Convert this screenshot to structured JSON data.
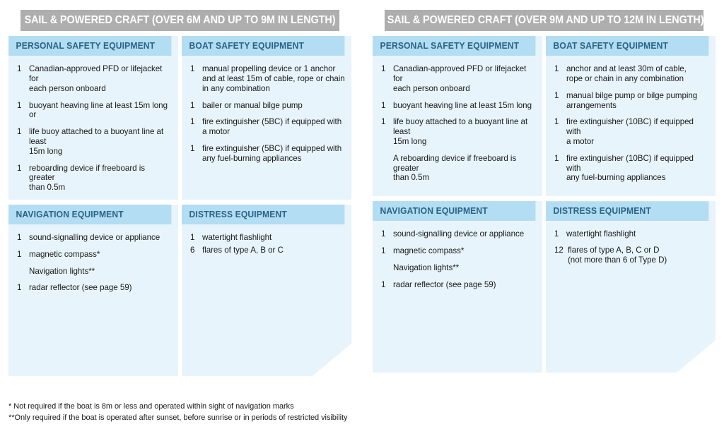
{
  "panels": [
    {
      "title": "SAIL & POWERED CRAFT (OVER 6M AND UP TO 9M IN LENGTH)",
      "blocks": [
        {
          "heading": "PERSONAL SAFETY EQUIPMENT",
          "items": [
            {
              "qty": "1",
              "text": "Canadian-approved PFD or lifejacket for\neach person onboard"
            },
            {
              "qty": "1",
              "text": "buoyant heaving line at least 15m long or"
            },
            {
              "qty": "1",
              "text": "life buoy attached to a buoyant line at least\n15m long"
            },
            {
              "qty": "1",
              "text": "reboarding device if freeboard is greater\nthan 0.5m"
            }
          ]
        },
        {
          "heading": "BOAT SAFETY EQUIPMENT",
          "items": [
            {
              "qty": "1",
              "text": "manual propelling device or 1 anchor\nand at least 15m of cable, rope or chain\nin any combination"
            },
            {
              "qty": "1",
              "text": "bailer or manual bilge pump"
            },
            {
              "qty": "1",
              "text": "fire extinguisher (5BC) if equipped with\na motor"
            },
            {
              "qty": "1",
              "text": "fire extinguisher (5BC) if equipped with\nany fuel-burning appliances"
            }
          ]
        },
        {
          "heading": "NAVIGATION EQUIPMENT",
          "items": [
            {
              "qty": "1",
              "text": "sound-signalling device or appliance"
            },
            {
              "qty": "1",
              "text": "magnetic compass*"
            },
            {
              "qty": "",
              "text": "Navigation lights**"
            },
            {
              "qty": "1",
              "text": "radar reflector (see page 59)"
            }
          ]
        },
        {
          "heading": "DISTRESS EQUIPMENT",
          "items": [
            {
              "qty": "1",
              "text": "watertight flashlight"
            },
            {
              "qty": "6",
              "text": "flares of type A, B or C"
            }
          ]
        }
      ]
    },
    {
      "title": "SAIL & POWERED CRAFT (OVER 9M AND UP TO 12M IN LENGTH)",
      "blocks": [
        {
          "heading": "PERSONAL SAFETY EQUIPMENT",
          "items": [
            {
              "qty": "1",
              "text": "Canadian-approved PFD or lifejacket  for\neach person onboard"
            },
            {
              "qty": "1",
              "text": "buoyant heaving line at least 15m long"
            },
            {
              "qty": "1",
              "text": "life buoy attached to a buoyant line at least\n15m long"
            },
            {
              "qty": "",
              "text": "A reboarding device if freeboard is greater\nthan 0.5m"
            }
          ]
        },
        {
          "heading": "BOAT SAFETY EQUIPMENT",
          "items": [
            {
              "qty": "1",
              "text": "anchor and at least 30m of cable,\nrope or chain in any combination"
            },
            {
              "qty": "1",
              "text": "manual bilge pump or bilge pumping\narrangements"
            },
            {
              "qty": "1",
              "text": "fire extinguisher (10BC) if equipped with\na motor"
            },
            {
              "qty": "1",
              "text": "fire extinguisher (10BC) if equipped with\nany fuel-burning appliances"
            }
          ]
        },
        {
          "heading": "NAVIGATION EQUIPMENT",
          "items": [
            {
              "qty": "1",
              "text": "sound-signalling device or appliance"
            },
            {
              "qty": "1",
              "text": "magnetic compass*"
            },
            {
              "qty": "",
              "text": "Navigation lights**"
            },
            {
              "qty": "1",
              "text": "radar reflector (see page 59)"
            }
          ]
        },
        {
          "heading": "DISTRESS EQUIPMENT",
          "items": [
            {
              "qty": "1",
              "text": "watertight flashlight"
            },
            {
              "qty": "12",
              "text": "flares of type A, B, C or D\n   (not more than 6  of Type D)"
            }
          ]
        }
      ]
    }
  ],
  "footnotes": [
    "* Not required if the boat is 8m or less and operated within sight of navigation marks",
    "**Only required if the boat is operated after sunset, before sunrise or in periods of restricted visibility"
  ],
  "colors": {
    "title_bar": "#aeaeae",
    "section_header_bg": "#b3ddf2",
    "section_header_text": "#2a6386",
    "block_bg": "#e8f4fb",
    "page_bg": "#ffffff"
  }
}
